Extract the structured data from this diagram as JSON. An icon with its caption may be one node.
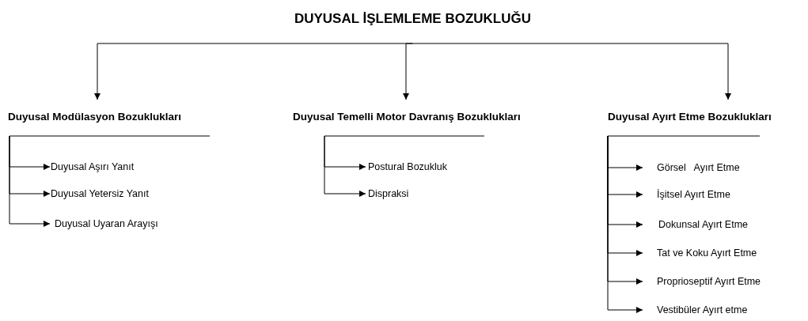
{
  "diagram": {
    "nodes": [
      {
        "text": [
          "DUYUSAL İŞLEMLEME BOZUKLUĞU"
        ]
      },
      {
        "text": [
          "Duyusal Modülasyon Bozuklukları"
        ]
      },
      {
        "text": [
          "Duyusal Temelli Motor Davranış Bozuklukları"
        ]
      },
      {
        "text": [
          "Duyusal Ayırt Etme Bozuklukları"
        ]
      },
      {
        "text": [
          "Duyusal Aşırı Yanıt"
        ]
      },
      {
        "text": [
          "Duyusal Yetersiz Yanıt"
        ]
      },
      {
        "text": [
          "Duyusal Uyaran Arayışı"
        ]
      },
      {
        "text": [
          "Postural Bozukluk"
        ]
      },
      {
        "text": [
          "Dispraksi"
        ]
      },
      {
        "text": [
          "Görsel   Ayırt Etme"
        ]
      },
      {
        "text": [
          "İşitsel Ayırt Etme"
        ]
      },
      {
        "text": [
          "Dokunsal Ayırt Etme"
        ]
      },
      {
        "text": [
          "Tat ve Koku Ayırt Etme"
        ]
      },
      {
        "text": [
          "Proprioseptif Ayırt Etme"
        ]
      },
      {
        "text": [
          "Vestibüler Ayırt etme"
        ]
      }
    ],
    "edges": [
      {
        "from": 0,
        "to": 1,
        "arrow": "to"
      },
      {
        "from": 0,
        "to": 2,
        "arrow": "to"
      },
      {
        "from": 0,
        "to": 3,
        "arrow": "to"
      },
      {
        "from": 1,
        "to": 4,
        "arrow": "to"
      },
      {
        "from": 1,
        "to": 5,
        "arrow": "to"
      },
      {
        "from": 1,
        "to": 6,
        "arrow": "to"
      },
      {
        "from": 2,
        "to": 7,
        "arrow": "to"
      },
      {
        "from": 2,
        "to": 8,
        "arrow": "to"
      },
      {
        "from": 3,
        "to": 9,
        "arrow": "to"
      },
      {
        "from": 3,
        "to": 10,
        "arrow": "to"
      },
      {
        "from": 3,
        "to": 11,
        "arrow": "to"
      },
      {
        "from": 3,
        "to": 12,
        "arrow": "to"
      },
      {
        "from": 3,
        "to": 13,
        "arrow": "to"
      },
      {
        "from": 3,
        "to": 14,
        "arrow": "to"
      }
    ]
  }
}
